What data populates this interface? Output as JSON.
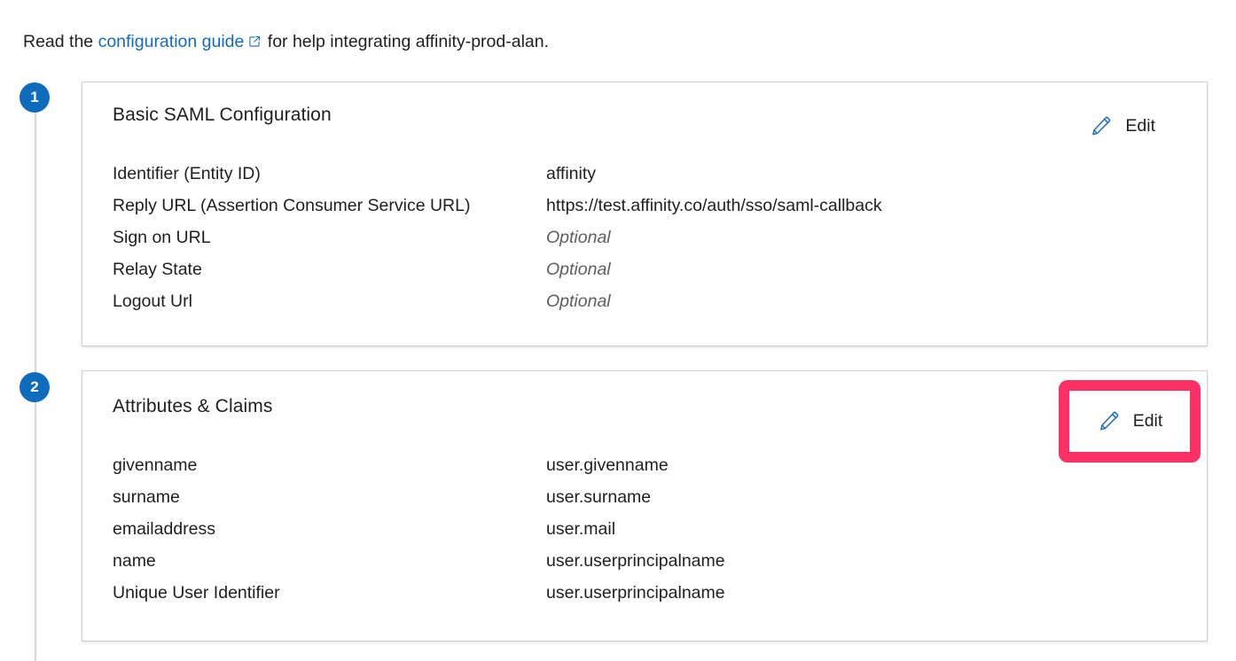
{
  "intro": {
    "before": "Read the ",
    "link_text": "configuration guide",
    "link_icon": "external-link-icon",
    "after": " for help integrating affinity-prod-alan."
  },
  "colors": {
    "accent_blue": "#0f6cbd",
    "highlight_pink": "#fb3065",
    "card_border": "#d2d0ce",
    "rail": "#d6d6d6",
    "text": "#201f1e",
    "muted_text": "#605e5c"
  },
  "steps": [
    {
      "number": "1",
      "card": "basic_saml"
    },
    {
      "number": "2",
      "card": "attributes_claims"
    }
  ],
  "cards": [
    {
      "id": "basic_saml",
      "title": "Basic SAML Configuration",
      "edit_label": "Edit",
      "edit_icon": "pencil-icon",
      "highlighted": false,
      "rows": [
        {
          "label": "Identifier (Entity ID)",
          "value": "affinity",
          "optional": false
        },
        {
          "label": "Reply URL (Assertion Consumer Service URL)",
          "value": "https://test.affinity.co/auth/sso/saml-callback",
          "optional": false
        },
        {
          "label": "Sign on URL",
          "value": "Optional",
          "optional": true
        },
        {
          "label": "Relay State",
          "value": "Optional",
          "optional": true
        },
        {
          "label": "Logout Url",
          "value": "Optional",
          "optional": true
        }
      ]
    },
    {
      "id": "attributes_claims",
      "title": "Attributes & Claims",
      "edit_label": "Edit",
      "edit_icon": "pencil-icon",
      "highlighted": true,
      "rows": [
        {
          "label": "givenname",
          "value": "user.givenname",
          "optional": false
        },
        {
          "label": "surname",
          "value": "user.surname",
          "optional": false
        },
        {
          "label": "emailaddress",
          "value": "user.mail",
          "optional": false
        },
        {
          "label": "name",
          "value": "user.userprincipalname",
          "optional": false
        },
        {
          "label": "Unique User Identifier",
          "value": "user.userprincipalname",
          "optional": false
        }
      ]
    }
  ]
}
